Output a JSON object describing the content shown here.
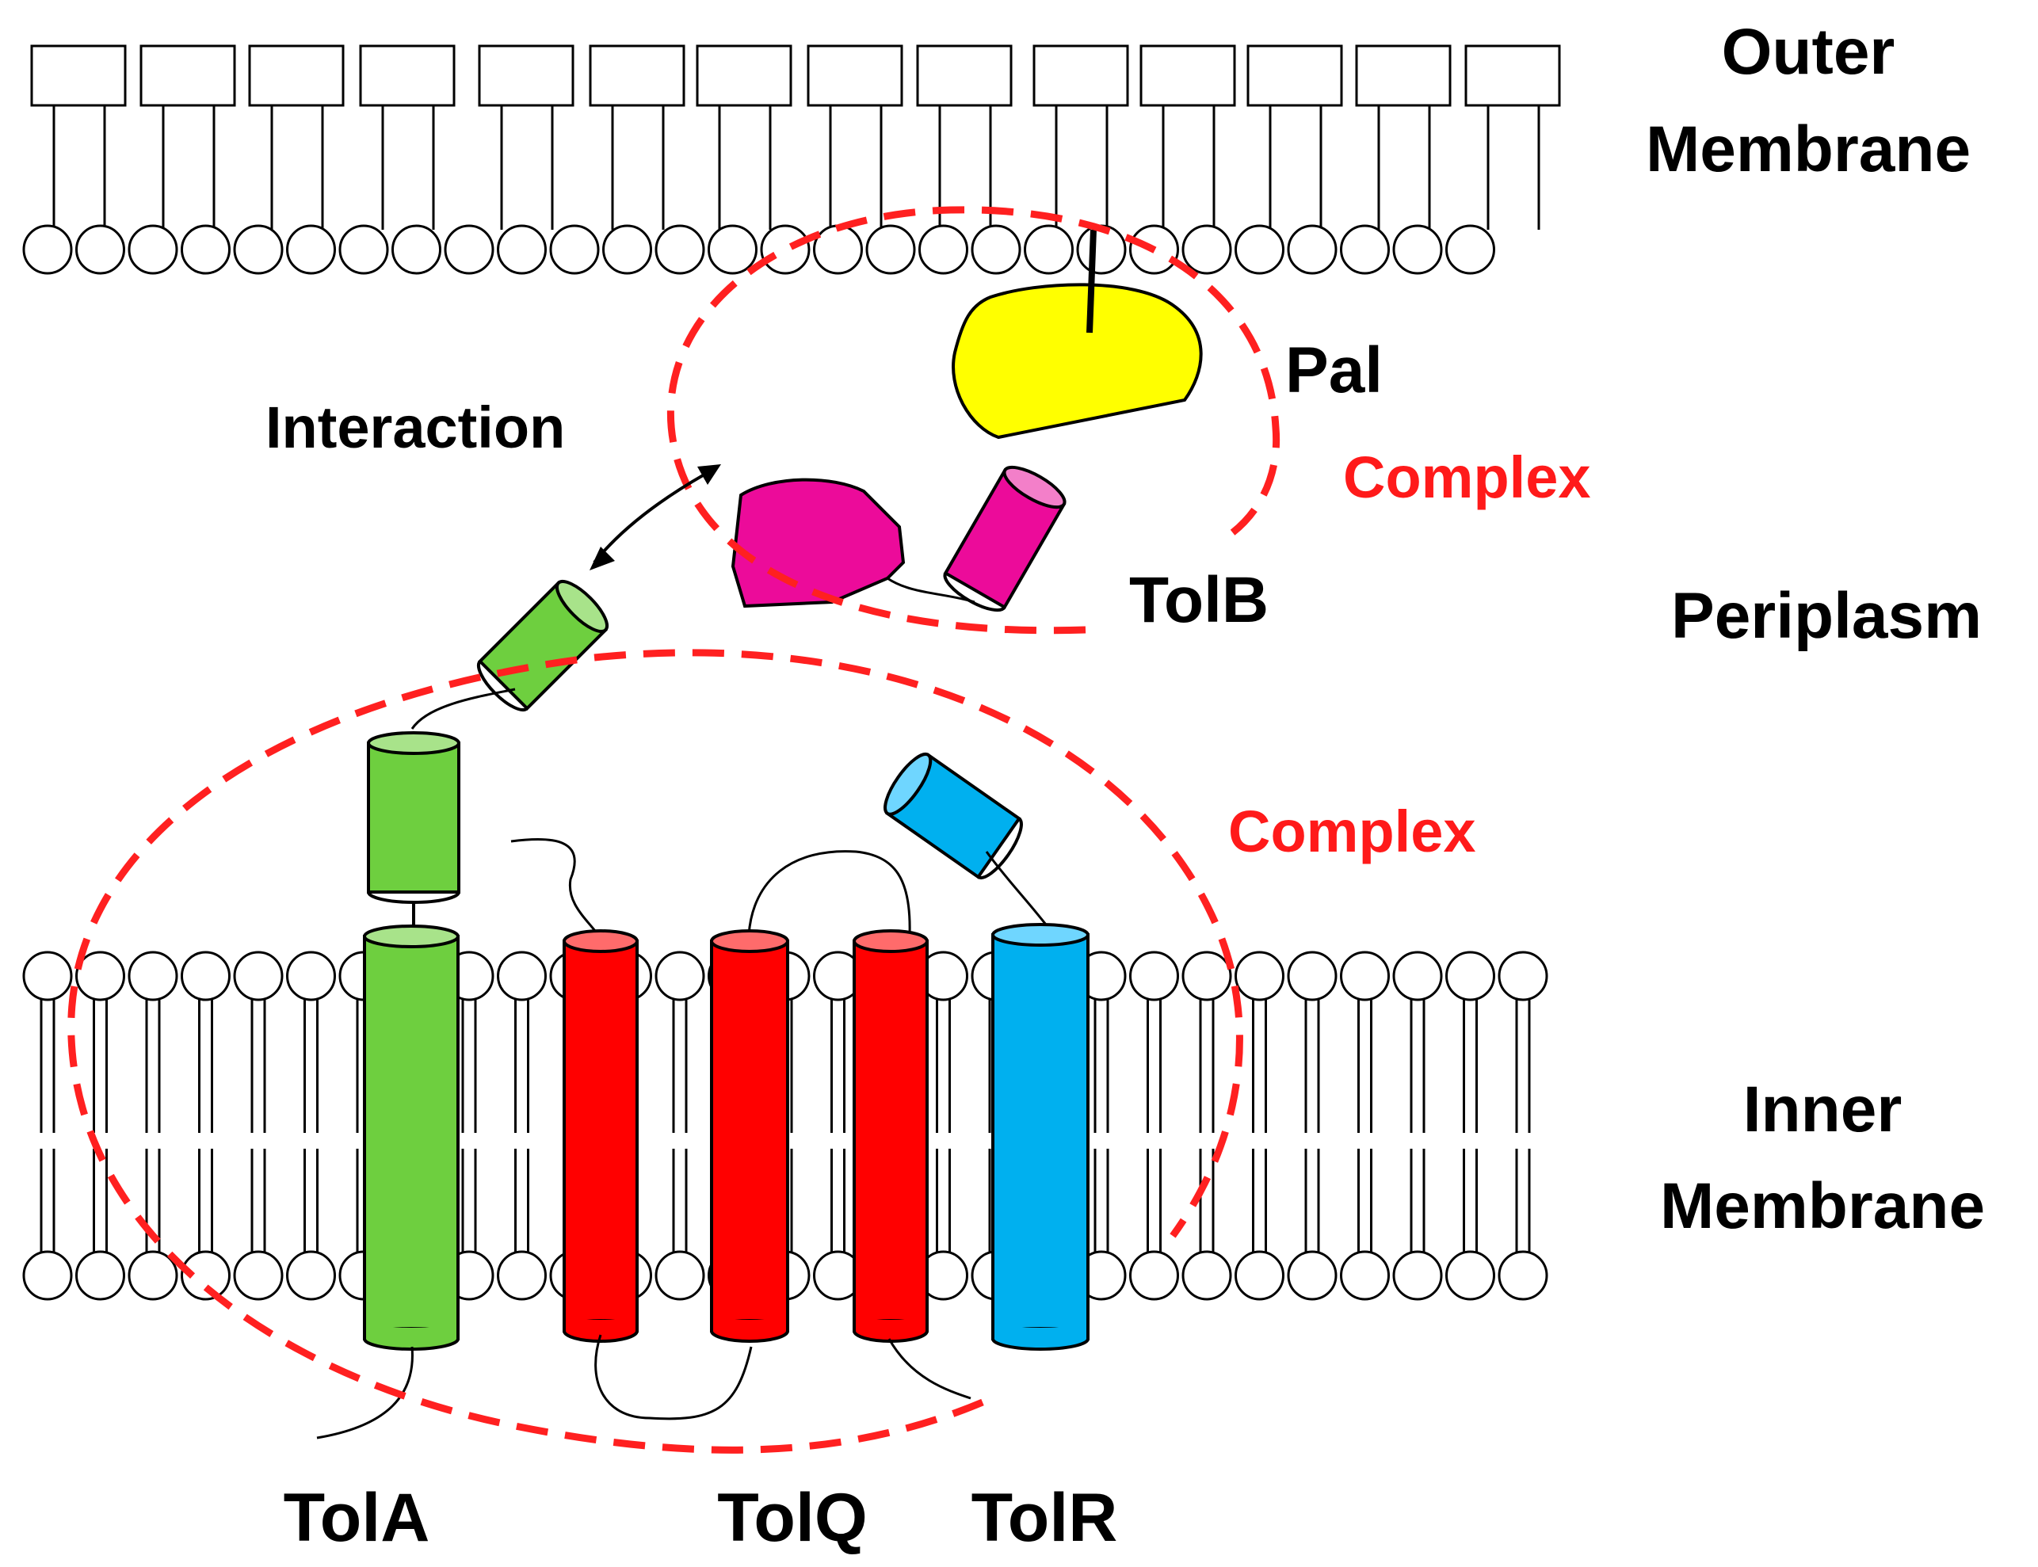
{
  "labels": {
    "outer_membrane_line1": "Outer",
    "outer_membrane_line2": "Membrane",
    "periplasm": "Periplasm",
    "inner_membrane_line1": "Inner",
    "inner_membrane_line2": "Membrane",
    "interaction": "Interaction",
    "complex_upper": "Complex",
    "complex_lower": "Complex",
    "pal": "Pal",
    "tolb": "TolB",
    "tola": "TolA",
    "tolq": "TolQ",
    "tolr": "TolR"
  },
  "colors": {
    "tola": "#6ecf3f",
    "tola_top": "#a8e38a",
    "tolq": "#ff0000",
    "tolq_top": "#ff6b6b",
    "tolr": "#00b0ef",
    "tolr_top": "#6fd6ff",
    "tolb": "#ec0b9a",
    "tolb_top": "#f37fc9",
    "pal": "#ffff00",
    "complex_outline": "#ff2020",
    "label_red": "#ff1a1a"
  }
}
